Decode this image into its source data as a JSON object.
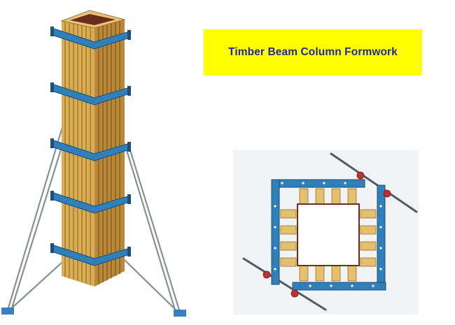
{
  "title": {
    "text": "Timber Beam Column Formwork"
  },
  "colors": {
    "banner_background": "#ffff00",
    "title_text": "#1f2a9c",
    "timber_beam": "#d9ad55",
    "timber_dark": "#9c7428",
    "steel_waler": "#2f7fb8",
    "coupler": "#c0302f",
    "concrete": "#6b2e1a",
    "brace": "#8a8f95"
  },
  "illustrations": {
    "column_view": "isometric-column-formwork",
    "plan_view": "column-formwork-plan-section"
  }
}
